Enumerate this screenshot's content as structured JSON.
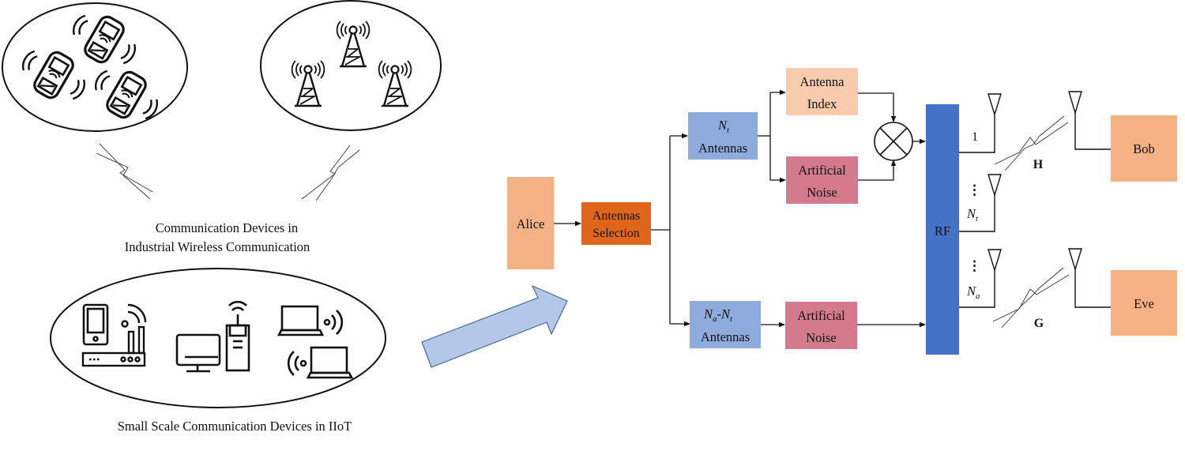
{
  "left_panel": {
    "caption_top_line1": "Communication Devices in",
    "caption_top_line2": "Industrial Wireless Communication",
    "caption_bottom": "Small Scale Communication Devices in IIoT",
    "groups": [
      {
        "name": "connected-cars",
        "icon": "car-icon",
        "count": 3
      },
      {
        "name": "cell-towers",
        "icon": "cell-tower-icon",
        "count": 3
      },
      {
        "name": "small-devices",
        "icons": [
          "tablet-icon",
          "router-icon",
          "desktop-icon",
          "pc-tower-icon",
          "laptop-icon",
          "laptop-icon"
        ]
      }
    ]
  },
  "blocks": {
    "alice": "Alice",
    "antenna_selection_line1": "Antennas",
    "antenna_selection_line2": "Selection",
    "nt_antennas_symbol": "N",
    "nt_antennas_sub": "t",
    "nt_antennas_label": "Antennas",
    "antenna_index_line1": "Antenna",
    "antenna_index_line2": "Index",
    "artificial_noise_top_line1": "Artificial",
    "artificial_noise_top_line2": "Noise",
    "na_nt_symbol_a": "N",
    "na_nt_sub_a": "a",
    "na_nt_dash": "-",
    "na_nt_symbol_t": "N",
    "na_nt_sub_t": "t",
    "na_nt_label": "Antennas",
    "artificial_noise_bottom_line1": "Artificial",
    "artificial_noise_bottom_line2": "Noise",
    "rf": "RF",
    "bob": "Bob",
    "eve": "Eve"
  },
  "antenna_labels": {
    "first": "1",
    "dots": "⋮",
    "nt_symbol": "N",
    "nt_sub": "t",
    "na_symbol": "N",
    "na_sub": "a"
  },
  "channels": {
    "bob_channel": "H",
    "eve_channel": "G"
  },
  "colors": {
    "alice": "#f4b183",
    "antenna_selection": "#e0661b",
    "antennas_block": "#8faadc",
    "antenna_index": "#f8cbad",
    "artificial_noise": "#d47a8d",
    "rf": "#4472c4",
    "bob_eve": "#f4b183",
    "big_arrow_fill": "#b4c7e7",
    "big_arrow_stroke": "#41689c"
  }
}
